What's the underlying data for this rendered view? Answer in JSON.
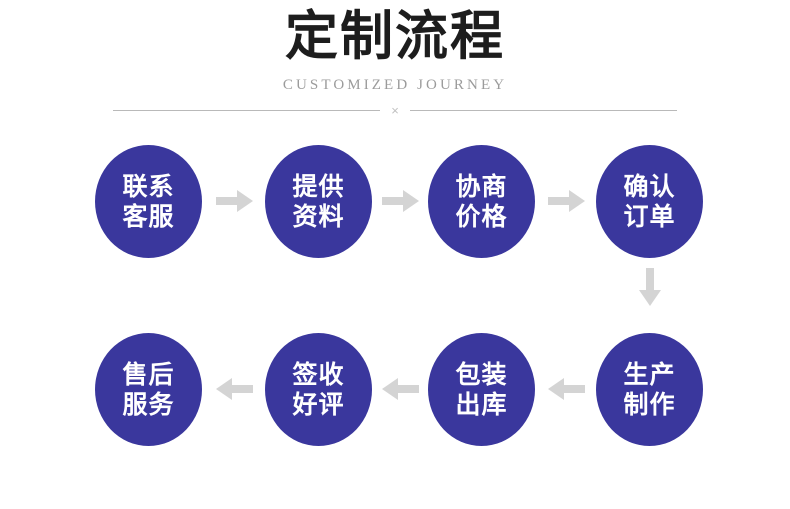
{
  "header": {
    "title": "定制流程",
    "subtitle": "CUSTOMIZED JOURNEY",
    "divider_mark": "×"
  },
  "theme": {
    "node_color": "#3a379d",
    "node_text_color": "#ffffff",
    "arrow_color": "#d4d4d4",
    "title_color": "#1d1d1d",
    "subtitle_color": "#9b9b9b",
    "divider_color": "#b9b9b9",
    "background": "#ffffff"
  },
  "flow": {
    "steps": [
      {
        "index": 1,
        "line1": "联系",
        "line2": "客服"
      },
      {
        "index": 2,
        "line1": "提供",
        "line2": "资料"
      },
      {
        "index": 3,
        "line1": "协商",
        "line2": "价格"
      },
      {
        "index": 4,
        "line1": "确认",
        "line2": "订单"
      },
      {
        "index": 5,
        "line1": "生产",
        "line2": "制作"
      },
      {
        "index": 6,
        "line1": "包装",
        "line2": "出库"
      },
      {
        "index": 7,
        "line1": "签收",
        "line2": "好评"
      },
      {
        "index": 8,
        "line1": "售后",
        "line2": "服务"
      }
    ],
    "connectors": [
      {
        "id": "c1",
        "direction": "right"
      },
      {
        "id": "c2",
        "direction": "right"
      },
      {
        "id": "c3",
        "direction": "right"
      },
      {
        "id": "c4",
        "direction": "down"
      },
      {
        "id": "c5",
        "direction": "left"
      },
      {
        "id": "c6",
        "direction": "left"
      },
      {
        "id": "c7",
        "direction": "left"
      }
    ]
  }
}
